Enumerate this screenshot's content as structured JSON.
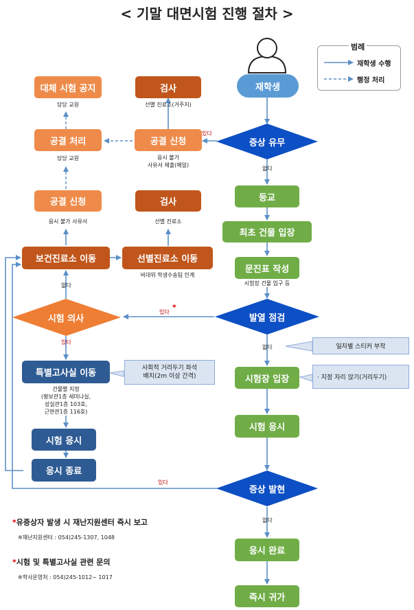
{
  "title": "< 기말 대면시험 진행 절차 >",
  "legend": {
    "heading": "범례",
    "solid": "재학생 수행",
    "dashed": "행정 처리"
  },
  "nodes": {
    "student": "재학생",
    "symptom_check": "증상 유무",
    "school_arrival": "등교",
    "first_entry": "최초 건물 입장",
    "questionnaire": "문진표 작성",
    "fever_check": "발열 점검",
    "exam_room_entry": "시험장 입장",
    "take_exam_main": "시험 응시",
    "symptom_onset": "증상 발현",
    "exam_complete": "응시 완료",
    "go_home": "즉시 귀가",
    "alt_exam_notice": "대체 시험 공지",
    "absence_process": "공결 처리",
    "absence_apply_left": "공결 신청",
    "test_top": "검사",
    "absence_apply_right": "공결 신청",
    "test_mid": "검사",
    "health_center_move": "보건진료소 이동",
    "screening_center_move": "선별진료소 이동",
    "exam_intention": "시험 의사",
    "special_room_move": "특별고사실 이동",
    "take_exam_special": "시험 응시",
    "exam_end": "응시 종료"
  },
  "notes": {
    "alt_exam_notice": "담당 교원",
    "absence_process": "담당 교원",
    "test_top": "선별 진료소(거주지)",
    "absence_apply_right_1": "응시 불가",
    "absence_apply_right_2": "사유서 제출(메일)",
    "absence_apply_left": "응시 불가 사유서",
    "test_mid": "선별 진료소",
    "screening_center_move": "비대위 학생수송팀 인계",
    "questionnaire": "시험장 건물 입구 등",
    "special_room_1": "건물별 지정",
    "special_room_2": "(평보관1층 세미나실,",
    "special_room_3": "성실관1층 103호,",
    "special_room_4": "근면관1층 116호)"
  },
  "callouts": {
    "distancing": "사회적 거리두기 좌석",
    "distancing_2": "배치(2m 이상 간격)",
    "sticker": "일자별 스티커 부착",
    "seat": "· 지정 자리 앉기(거리두기)"
  },
  "edge_labels": {
    "yes_symptom": "있다",
    "no_symptom": "없다",
    "yes_fever": "있다",
    "no_fever": "없다",
    "yes_intention": "있다",
    "no_intention": "없다",
    "yes_onset": "있다",
    "no_onset": "없다",
    "star": "*"
  },
  "footnotes": {
    "star": "*",
    "report": "유증상자 발생 시 재난지원센터 즉시 보고",
    "report_sub": "※재난지원센터 : 054)245-1307, 1048",
    "inquiry": "시험 및 특별고사실 관련 문의",
    "inquiry_sub": "※학사운영처 : 054)245-1012~ 1017"
  },
  "colors": {
    "orange": "#ee8b4a",
    "brown": "#c0561c",
    "navy": "#2e5b93",
    "green": "#70ad47",
    "blue": "#5b9bd5",
    "arrow": "#5b8fc7",
    "red_label": "#c00000"
  }
}
